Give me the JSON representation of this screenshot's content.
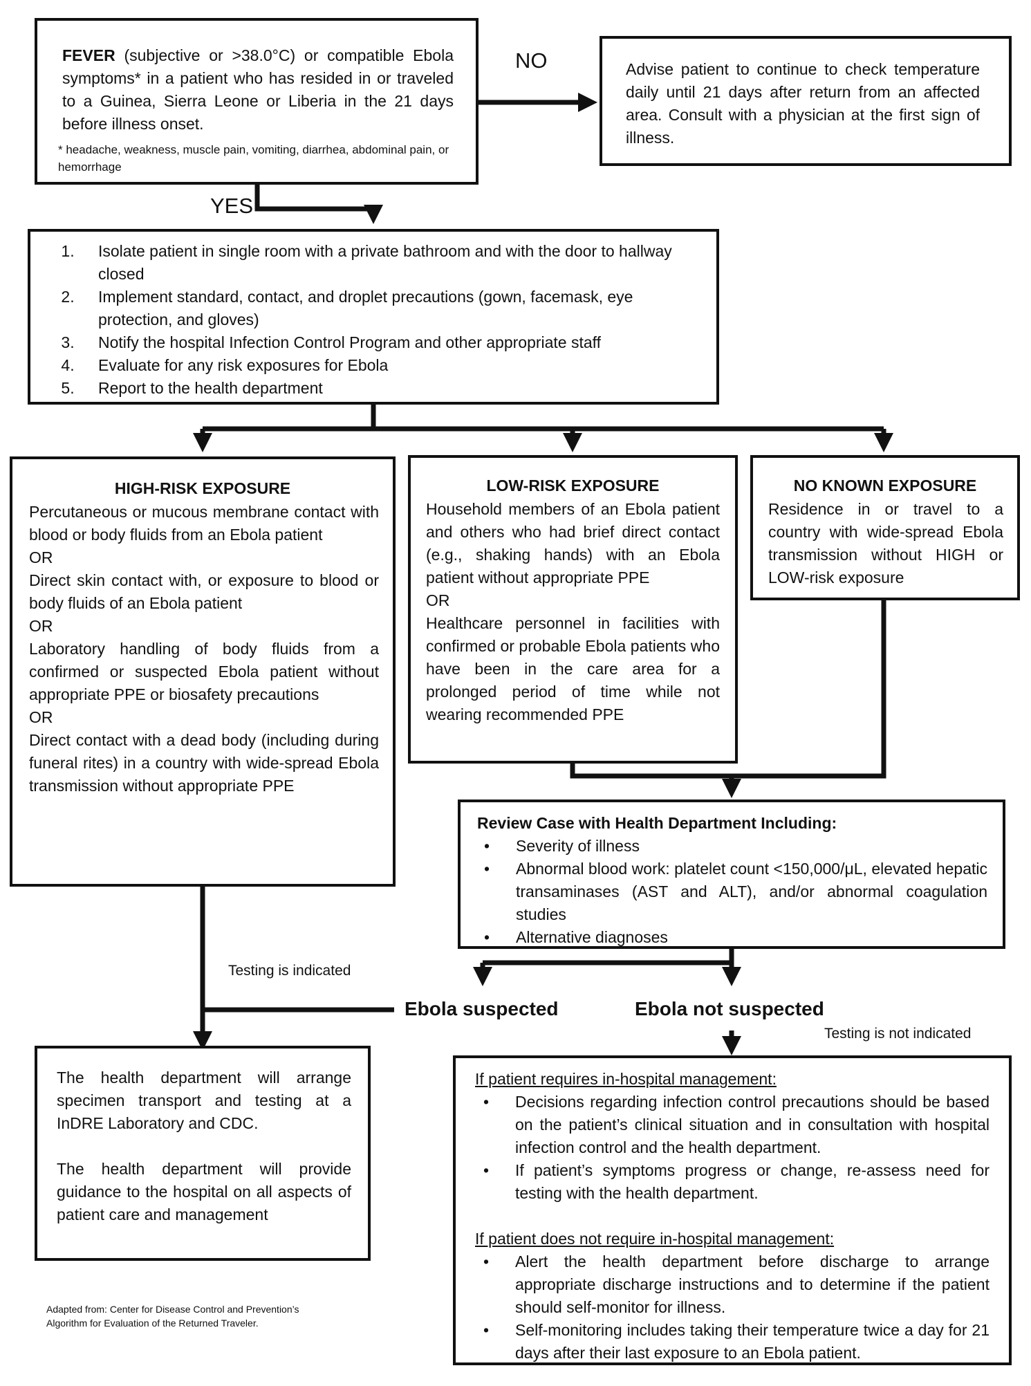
{
  "start": {
    "lead": "FEVER",
    "text": " (subjective or >38.0°C) or compatible Ebola symptoms* in a patient who has resided in or traveled to a Guinea, Sierra Leone or Liberia in the 21 days before illness onset.",
    "footnote": "* headache, weakness, muscle pain, vomiting, diarrhea, abdominal pain, or hemorrhage"
  },
  "no_label": "NO",
  "yes_label": "YES",
  "advise": "Advise patient to continue to check temperature daily until 21 days after return from an affected area. Consult with a physician at the first sign of illness.",
  "steps": [
    "Isolate patient in single room with a private bathroom and with the door to hallway closed",
    "Implement standard, contact, and droplet precautions (gown, facemask, eye protection, and gloves)",
    "Notify the hospital Infection Control Program and other appropriate staff",
    "Evaluate for any risk exposures for Ebola",
    "Report to the health department"
  ],
  "high_risk": {
    "title": "HIGH-RISK EXPOSURE",
    "p1": "Percutaneous or mucous membrane contact with blood or body fluids from an Ebola patient",
    "or1": "OR",
    "p2": "Direct skin contact with, or exposure to blood or body fluids of an Ebola patient",
    "or2": "OR",
    "p3": "Laboratory handling of body fluids from a confirmed or suspected Ebola patient without appropriate PPE or biosafety precautions",
    "or3": "OR",
    "p4": "Direct contact with a dead body (including during funeral rites) in a country with wide-spread Ebola transmission without appropriate PPE"
  },
  "low_risk": {
    "title": "LOW-RISK EXPOSURE",
    "p1": "Household members of an Ebola patient and others who had brief direct contact (e.g., shaking hands) with an Ebola patient without appropriate PPE",
    "or1": "OR",
    "p2": "Healthcare personnel in facilities with confirmed or probable Ebola patients who have been in the care area for a prolonged period of time while not wearing recommended PPE"
  },
  "no_exposure": {
    "title": "NO KNOWN EXPOSURE",
    "text": "Residence in or travel to a country with wide-spread Ebola transmission without HIGH or LOW-risk exposure"
  },
  "review": {
    "title": "Review Case with Health Department Including:",
    "items": [
      "Severity of illness",
      "Abnormal blood work: platelet count <150,000/μL, elevated hepatic transaminases (AST and ALT), and/or abnormal coagulation studies",
      "Alternative diagnoses"
    ]
  },
  "testing_indicated": "Testing is indicated",
  "ebola_suspected": "Ebola suspected",
  "ebola_not_suspected": "Ebola not suspected",
  "testing_not_indicated": "Testing is not indicated",
  "health_dept": {
    "p1": "The health department will arrange specimen transport and testing at a InDRE Laboratory and CDC.",
    "p2": "The health department will provide guidance to the hospital on all aspects of patient care and management"
  },
  "management": {
    "h1": "If patient requires in-hospital management:",
    "items1": [
      "Decisions regarding infection control precautions should be based on the patient’s clinical situation and in consultation with hospital infection control and the health department.",
      "If patient’s symptoms progress or change, re-assess need for testing with the health department."
    ],
    "h2": "If patient does not require in-hospital management:",
    "items2": [
      "Alert the health department before discharge to arrange appropriate discharge instructions and to determine if the patient should self-monitor for illness.",
      "Self-monitoring includes taking their temperature twice a day for 21 days after their last exposure to an Ebola patient."
    ]
  },
  "source": {
    "line1": "Adapted from: Center for Disease Control and Prevention’s",
    "line2": "Algorithm for Evaluation of the Returned Traveler."
  }
}
